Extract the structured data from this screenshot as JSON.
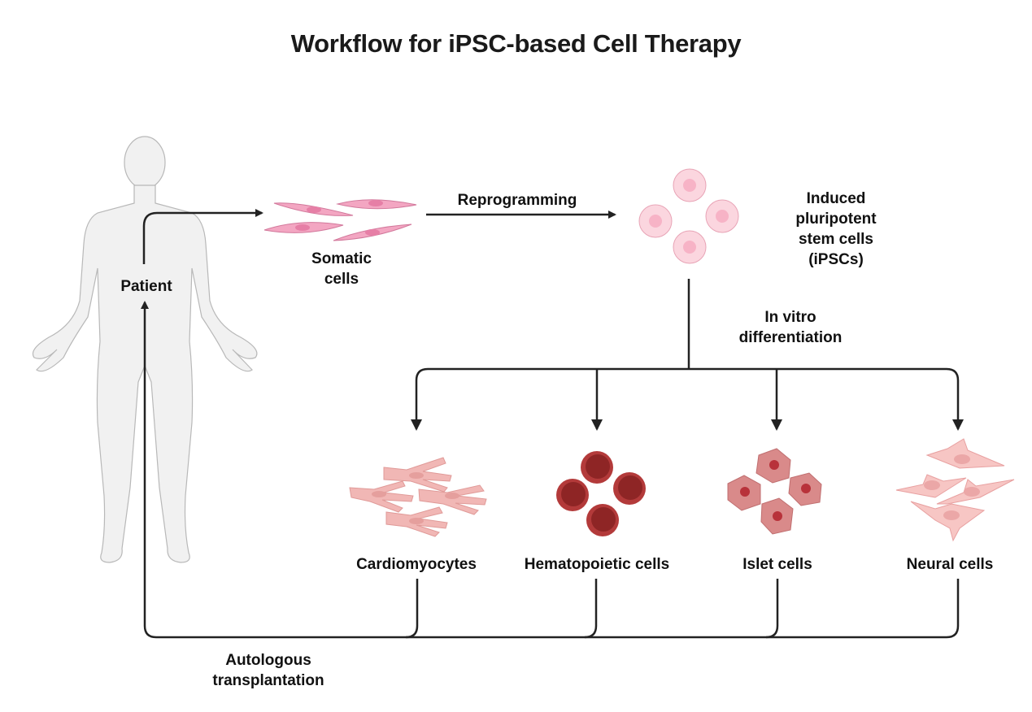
{
  "title": "Workflow for iPSC-based Cell Therapy",
  "nodes": {
    "patient": "Patient",
    "somatic": [
      "Somatic",
      "cells"
    ],
    "ipsc": [
      "Induced",
      "pluripotent",
      "stem cells",
      "(iPSCs)"
    ],
    "cardio": "Cardiomyocytes",
    "hemato": "Hematopoietic cells",
    "islet": "Islet cells",
    "neural": "Neural cells"
  },
  "edges": {
    "reprogramming": "Reprogramming",
    "differentiation": [
      "In vitro",
      "differentiation"
    ],
    "transplant": [
      "Autologous",
      "transplantation"
    ]
  },
  "colors": {
    "arrow": "#222222",
    "body_fill": "#f1f1f1",
    "body_stroke": "#b8b8b8",
    "somatic_fill": "#f3a6c2",
    "somatic_nucleus": "#e67fa6",
    "ipsc_fill": "#fbd6df",
    "ipsc_nucleus": "#f7b3c6",
    "cardio_fill": "#f1b7b5",
    "hemato_fill": "#8e2525",
    "hemato_rim": "#b33a3a",
    "islet_fill": "#d98a8a",
    "islet_nucleus": "#b8323a",
    "neural_fill": "#f7c6c4",
    "neural_nucleus": "#eba7a7"
  }
}
